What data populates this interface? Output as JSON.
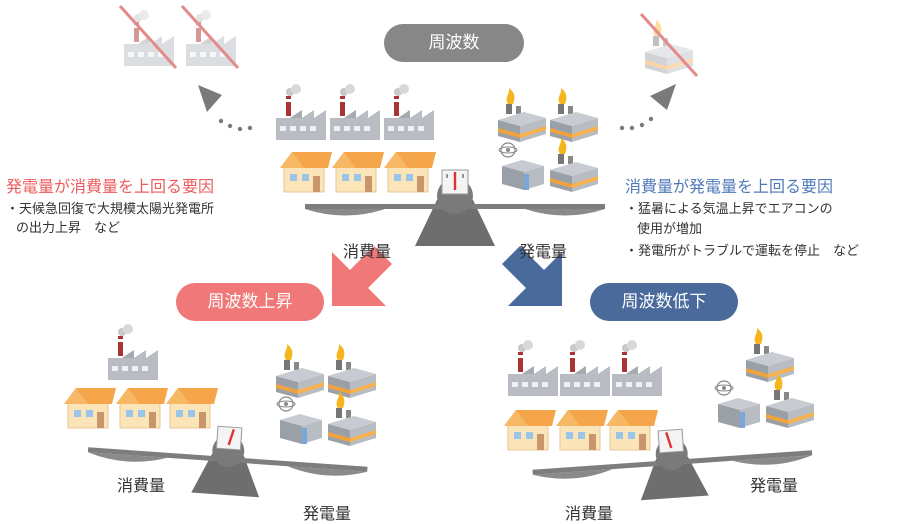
{
  "top_badge": "周波数",
  "left_cause": {
    "title": "発電量が消費量を上回る要因",
    "lines": [
      "・天候急回復で大規模太陽光発電所",
      "の出力上昇　など"
    ]
  },
  "right_cause": {
    "title": "消費量が発電量を上回る要因",
    "lines": [
      "・猛暑による気温上昇でエアコンの",
      "使用が増加",
      "・発電所がトラブルで運転を停止　など"
    ]
  },
  "labels": {
    "consumption": "消費量",
    "generation": "発電量"
  },
  "rise_badge": "周波数上昇",
  "fall_badge": "周波数低下",
  "colors": {
    "gray_badge": "#878787",
    "rise": "#f07878",
    "fall": "#4a6a9c",
    "title_red": "#ec5c5c",
    "title_blue": "#4f7ab8",
    "house_roof": "#f5a64a",
    "house_wall": "#fbe4b8",
    "factory": "#b9bdc3",
    "plant_stripe": "#f0a23e",
    "scale": "#6e6e6e"
  }
}
